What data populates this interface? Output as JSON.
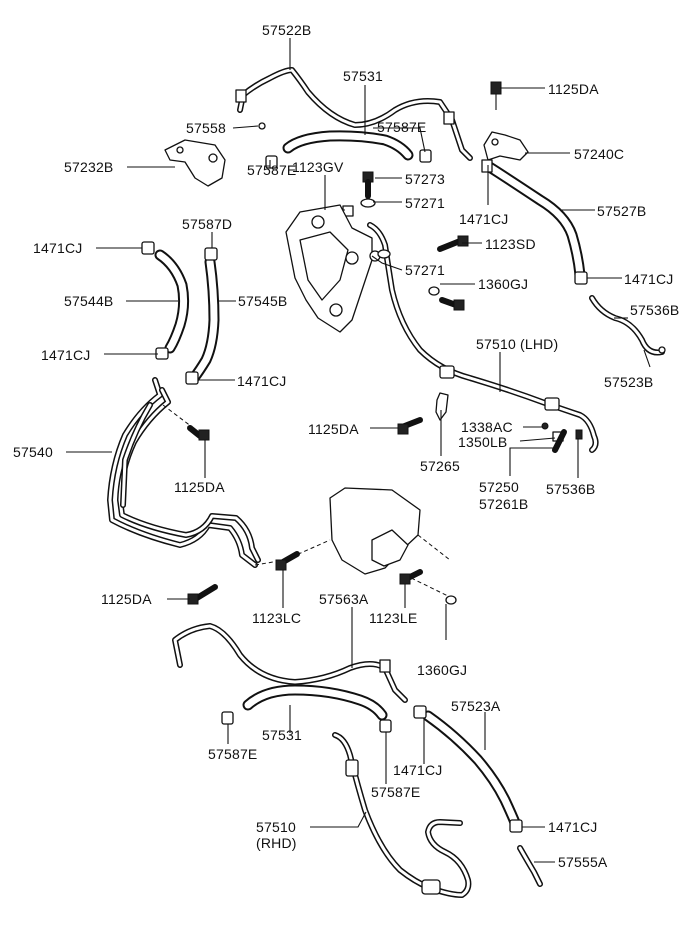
{
  "labels": {
    "l57522B": "57522B",
    "l57531a": "57531",
    "l1125DAa": "1125DA",
    "l57558": "57558",
    "l57587Ea": "57587E",
    "l57232B": "57232B",
    "l57587Eb": "57587E",
    "l1123GV": "1123GV",
    "l57273": "57273",
    "l57240C": "57240C",
    "l57271a": "57271",
    "l1471CJa": "1471CJ",
    "l57527B": "57527B",
    "l57587D": "57587D",
    "l1123SD": "1123SD",
    "l1471CJb": "1471CJ",
    "l57271b": "57271",
    "l1471CJc": "1471CJ",
    "l1360GJa": "1360GJ",
    "l57544B": "57544B",
    "l57545B": "57545B",
    "l57536Ba": "57536B",
    "l1471CJd": "1471CJ",
    "l57510LHD": "57510 (LHD)",
    "l1471CJe": "1471CJ",
    "l57523B": "57523B",
    "l1338AC": "1338AC",
    "l1125DAb": "1125DA",
    "l1350LB": "1350LB",
    "l57540": "57540",
    "l57265": "57265",
    "l1125DAc": "1125DA",
    "l57250": "57250",
    "l57536Bb": "57536B",
    "l57261B": "57261B",
    "l1125DAd": "1125DA",
    "l57563A": "57563A",
    "l1123LC": "1123LC",
    "l1123LE": "1123LE",
    "l1360GJb": "1360GJ",
    "l57523A": "57523A",
    "l57587Ec": "57587E",
    "l57531b": "57531",
    "l1471CJf": "1471CJ",
    "l57587Ed": "57587E",
    "l57510RHDa": "57510",
    "l57510RHDb": "(RHD)",
    "l1471CJg": "1471CJ",
    "l57555A": "57555A"
  }
}
